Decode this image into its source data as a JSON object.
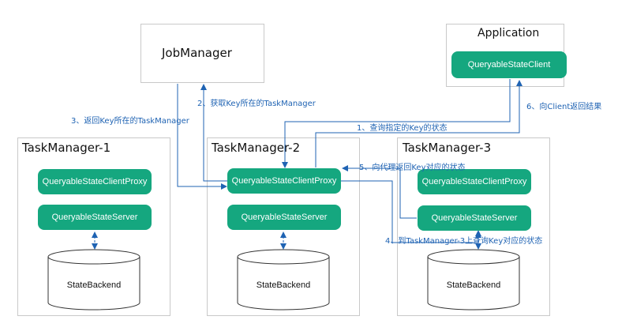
{
  "jobmanager": {
    "title": "JobManager"
  },
  "application": {
    "title": "Application",
    "client": "QueryableStateClient"
  },
  "tm1": {
    "title": "TaskManager-1",
    "proxy": "QueryableStateClientProxy",
    "server": "QueryableStateServer",
    "backend": "StateBackend"
  },
  "tm2": {
    "title": "TaskManager-2",
    "proxy": "QueryableStateClientProxy",
    "server": "QueryableStateServer",
    "backend": "StateBackend"
  },
  "tm3": {
    "title": "TaskManager-3",
    "proxy": "QueryableStateClientProxy",
    "server": "QueryableStateServer",
    "backend": "StateBackend"
  },
  "steps": {
    "s1": "1、查询指定的Key的状态",
    "s2": "2、获取Key所在的TaskManager",
    "s3": "3、返回Key所在的TaskManager",
    "s4": "4、到TaskManager-3上查询Key对应的状态",
    "s5": "5、向代理返回Key对应的状态",
    "s6": "6、向Client返回结果"
  },
  "colors": {
    "accent": "#15a77f",
    "arrow": "#1f63b3",
    "border": "#c9c9c9"
  }
}
